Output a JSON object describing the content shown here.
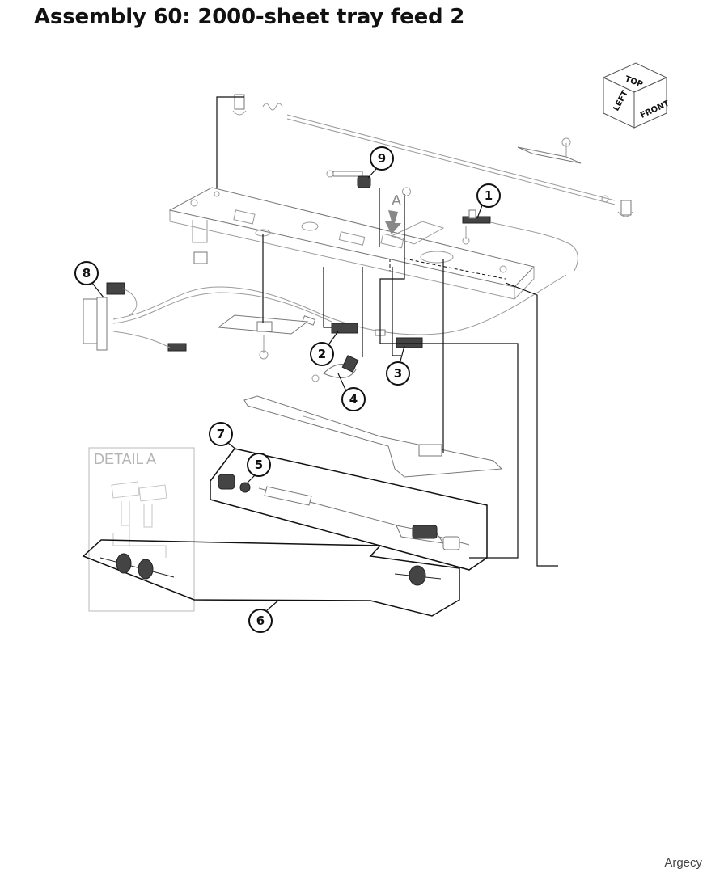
{
  "title": "Assembly 60: 2000-sheet tray feed 2",
  "orientation_cube": {
    "top": "TOP",
    "left": "LEFT",
    "front": "FRONT"
  },
  "detail_label": "DETAIL A",
  "view_arrow_label": "A",
  "callouts": [
    "1",
    "2",
    "3",
    "4",
    "5",
    "6",
    "7",
    "8",
    "9"
  ],
  "watermark": "Argecy",
  "colors": {
    "line": "#111111",
    "part_outline": "#777777",
    "faint": "#b5b5b5"
  }
}
